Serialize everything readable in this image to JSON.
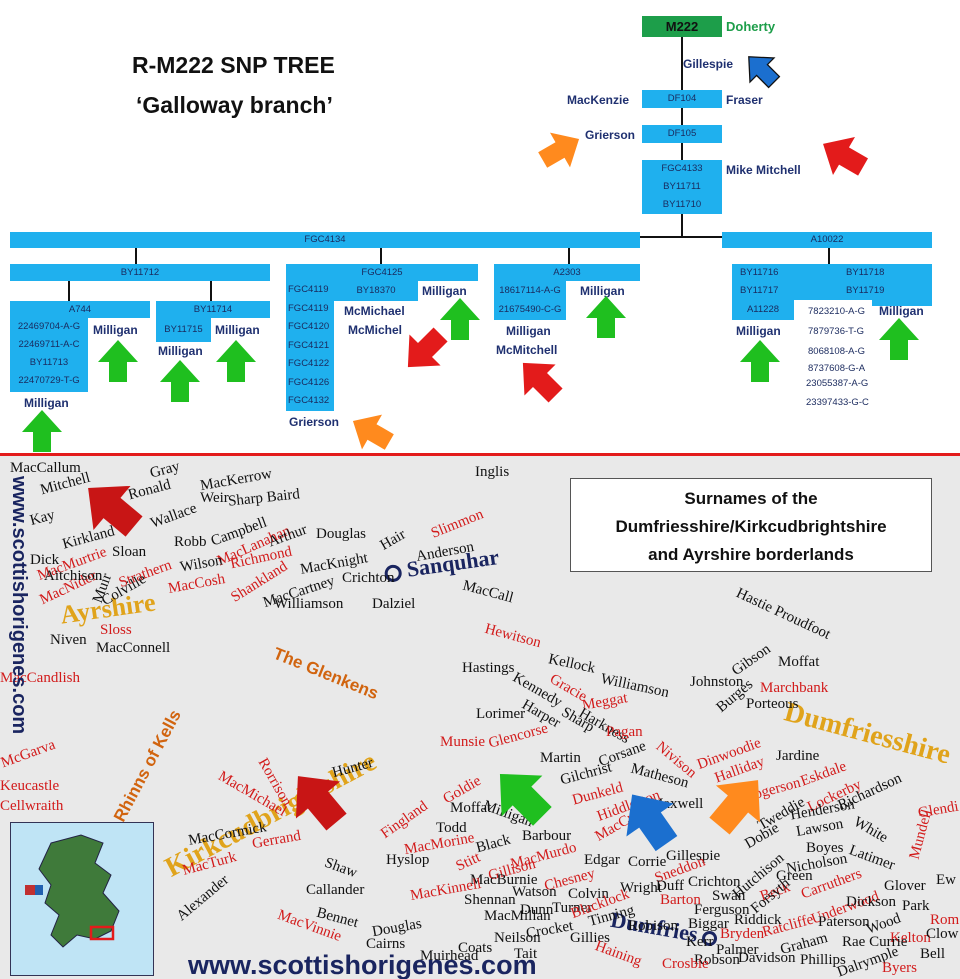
{
  "title": {
    "line1": "R-M222 SNP TREE",
    "line2": "‘Galloway branch’"
  },
  "tree": {
    "m222": "M222",
    "doherty": "Doherty",
    "gillespie": "Gillespie",
    "mackenzie": "MacKenzie",
    "df104": "DF104",
    "fraser": "Fraser",
    "grierson_top": "Grierson",
    "df105": "DF105",
    "fgc4133": [
      "FGC4133",
      "BY11711",
      "BY11710"
    ],
    "mike_mitchell": "Mike Mitchell",
    "fgc4134": "FGC4134",
    "a10022": "A10022",
    "by11712": "BY11712",
    "a744": "A744",
    "a744_snps": [
      "22469704-A-G",
      "22469711-A-C",
      "BY11713",
      "22470729-T-G"
    ],
    "milligan": "Milligan",
    "by11714": "BY11714",
    "by11715": "BY11715",
    "fgc4125": "FGC4125",
    "fgc_left": [
      "FGC4119",
      "FGC4119",
      "FGC4120",
      "FGC4121",
      "FGC4122",
      "FGC4126",
      "FGC4132"
    ],
    "by18370": "BY18370",
    "mcmichael": "McMichael",
    "mcmichel": "McMichel",
    "grierson_bottom": "Grierson",
    "a2303": "A2303",
    "a2303_snps": [
      "18617114-A-G",
      "21675490-C-G"
    ],
    "mcmitchell": "McMitchell",
    "by11716": "BY11716",
    "by11717": "BY11717",
    "a11228": "A11228",
    "by11718": "BY11718",
    "by11719": "BY11719",
    "right_snps": [
      "7823210-A-G",
      "7879736-T-G",
      "8068108-A-G",
      "8737608-G-A",
      "23055387-A-G",
      "23397433-G-C"
    ]
  },
  "map": {
    "legend": [
      "Surnames of the",
      "Dumfriesshire/Kirkcudbrightshire",
      "and Ayrshire borderlands"
    ],
    "url_big": "www.scottishorigenes.com",
    "url_side": "www.scottishorigenes.com",
    "regions": {
      "ayrshire": "Ayrshire",
      "dumfriesshire": "Dumfriesshire",
      "kirkcudbrightshire": "Kirkcudbrightshire",
      "glenkens": "The Glenkens",
      "rhinns": "Rhinns of Kells",
      "sanquhar": "Sanquhar",
      "dumfries": "Dumfries"
    },
    "colors": {
      "red": "#d21b1b",
      "black": "#111111",
      "orange_region": "#e0a31b",
      "navy": "#1a2560",
      "tree_box": "#1fb0ee"
    }
  }
}
